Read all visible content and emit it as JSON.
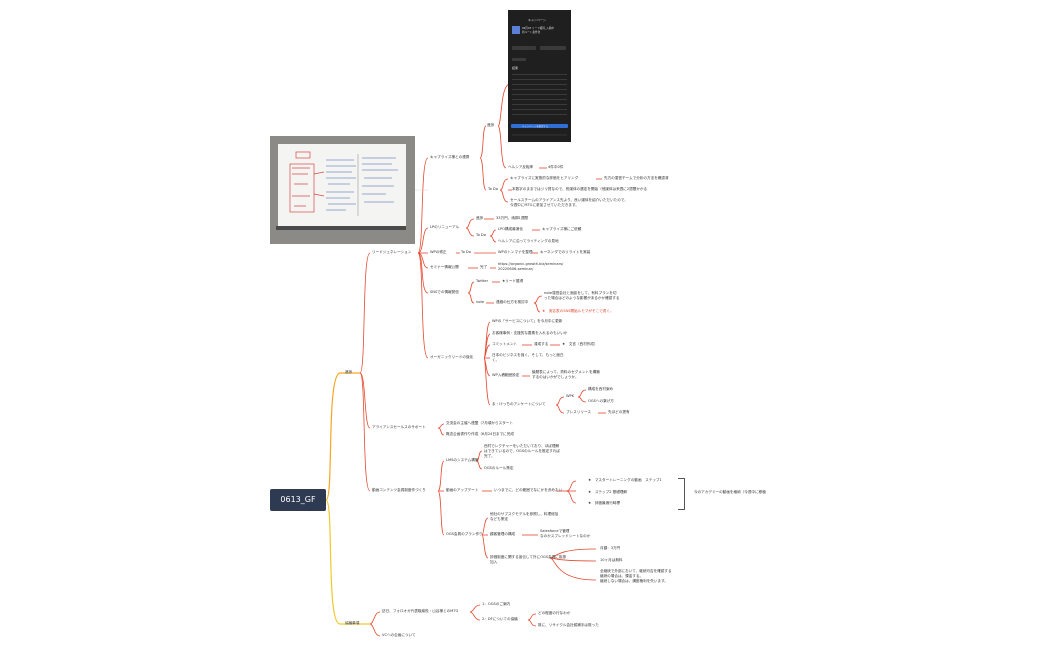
{
  "root": "0613_GF",
  "branches": {
    "shinchoku": "進捗",
    "kyougi": "協議事項"
  },
  "lead": {
    "title": "リードジェネレーション",
    "cap": "キャプライズ様との連携",
    "cap_shinchoku": "進捗",
    "cap_herusi": "ヘルシア反転率",
    "cap_herusi_val": "4件中0件",
    "cap_todo": "To Do",
    "cap_todo1": "キャプライズに実態的な評価をヒアリング",
    "cap_todo1b": "先方の運営チームで分析の方法を確認済",
    "cap_todo2": "本数字のままではジリ貧なので、別媒体の選定を開始（他媒体は来週に2週間かかる",
    "cap_todo3a": "セールスチームのアライアンス先より、良い媒体を紹介いただいたので、",
    "cap_todo3b": "今週中にMTGに参加させていただきます。",
    "lp": "LPのリニューアル",
    "lp_shinchoku": "進捗",
    "lp_shinchoku_val": "33万円、納期1週間",
    "lp_todo": "To Do",
    "lp_todo1": "LPO構成最適化",
    "lp_todo1b": "キャプライズ様にご依頼",
    "lp_todo2": "ヘルシアに沿ってライティングの見地",
    "wp": "WPの修正",
    "wp_todo": "To Do",
    "wp_todo1": "WPのトンマナを整理",
    "wp_todo1b": "キーネンダでのリライトを実装",
    "seminar": "セミナー情報公開",
    "seminar_done": "完了",
    "seminar_url1": "https://organic-growth.biz/seminars/",
    "seminar_url2": "20220606-seminar/",
    "sns": "SNSでの情報発信",
    "sns_twitter": "Twitter",
    "sns_twitter_val": "★リード獲得",
    "sns_note": "note",
    "sns_note_val": "連絡の仕方を検討中",
    "sns_note_a1": "note運営会社と面談をして、有料プランを切",
    "sns_note_a2": "った場合はどのような影響があるかか確認する",
    "sns_note_red": "★　実名表のSNS開始ルモマがそこで書く。",
    "organic": "オーガニックリードの強化",
    "org1": "WPの「サービスについて」を今月中に更新",
    "org2": "お客様事例・支援的な要素を入れるのもいいか",
    "org3": "コミットメント",
    "org3b": "達成する",
    "org3c": "★　文言（西村作成）",
    "org4a": "日本のビジネスを強く、そして、もっと面白",
    "org4b": "く。",
    "org5": "WP入稿範囲設定",
    "org5a": "議題表によって、資料のセグメントを構築",
    "org5b": "するのはいかがでしょうか。",
    "org6": "ま・けっちのアンケートについて",
    "org6_wpk": "WPK",
    "org6_wpk1": "構成を西村案め",
    "org6_wpk2": "OGSへの繋げ方",
    "org6_press": "プレスリリース",
    "org6_press_val": "先ほどの提有"
  },
  "alliance": {
    "title": "アライアンスセールスのサポート",
    "item1": "交流会の主催へ連盟（7月頃からスタート",
    "item2": "概念企画書作り作成（6月24日までに完成"
  },
  "content": {
    "title": "動画コンテンツ会員制度作づくり",
    "lms": "LMSのシステム構築",
    "lms1a": "西村でレクチャーをいただいており、ほぼ理解",
    "lms1b": "はできているので、OGSのルールを推定すれば",
    "lms1c": "完了。",
    "lms2": "OGSのルール策定",
    "update": "動画のアップデート",
    "update_q": "いつまでに、どの範囲でなにかを決めたい",
    "upd1": "★　マスタートレーニングの動画　ステップ1",
    "upd2": "★　ステップ2 基礎理解",
    "upd3": "★　評価最適行時標",
    "upd_note": "今のアカデミーの動画を格納（今週中に移植",
    "plan": "OGS会員のプラン作り",
    "plan1a": "他社のサブスクモデルを参照し、料理総括",
    "plan1b": "なども策定",
    "plan2": "顧客管理の構成",
    "plan2a": "Salesforceで管理",
    "plan2b": "なのかスプレッドシートなのか",
    "plan3a": "評価制度に関する宣伝して外にOGS会員に挨拶",
    "plan3b": "加入",
    "plan3_1": "月額：3万円",
    "plan3_2": "10ヶ月は無料",
    "plan3_3a": "全継続で外部において、継続可否を確認する",
    "plan3_3b": "継続の場合は、課金する。",
    "plan3_3c": "継続しない場合は、講座権利を失います。"
  },
  "kyougi": {
    "item1": "訪日、フォロオガ代表取締役・山谷様とのMTG",
    "item1_1": "1：OGSのご案内",
    "item1_2": "2：DFについての協議",
    "item1_2a": "どの程度の行なわか",
    "item1_2b": "既に、リサイクル会社候補手は既った",
    "item2": "VCへの企画について"
  },
  "phone": {
    "header": "キャンペーン",
    "title1": "06月03 リード獲得_入稿中",
    "title2": "新ルート案件化",
    "btn1": "広告管理を見る",
    "btn2": "表示する",
    "section": "結果",
    "cta": "キャンペーンを確認する"
  },
  "colors": {
    "root_bg": "#2e3a52",
    "branch_orange": "#f6a623",
    "branch_red": "#e5492f",
    "branch_yellow": "#f2c72a"
  }
}
